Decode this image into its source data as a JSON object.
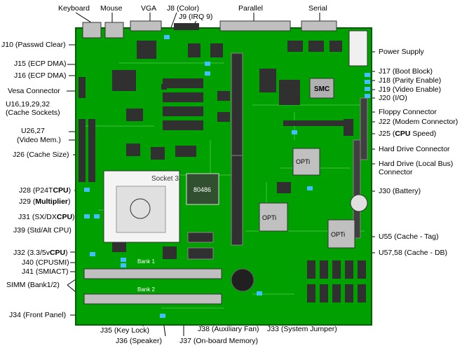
{
  "top_labels": [
    "Keyboard",
    "Mouse",
    "VGA",
    "J8 (Color)",
    "J9 (IRQ 9)",
    "Parallel",
    "Serial"
  ],
  "left_labels": [
    "J10 (Passwd Clear)",
    "J15 (ECP DMA)",
    "J16 (ECP DMA)",
    "Vesa Connector",
    "U16,19,29,32",
    "(Cache Sockets)",
    "U26,27",
    "(Video Mem.)",
    "J26 (Cache Size)",
    "J28 (P24T",
    "CPU",
    ")",
    "J29 (",
    "Multiplier",
    ")",
    "J31 (SX/DX",
    "CPU",
    ")",
    "J39 (Std/Alt CPU)",
    "J32 (3.3/5v",
    "CPU",
    ")",
    "J40 (CPUSMI)",
    "J41 (SMIACT)",
    "SIMM (Bank1/2)",
    "J34 (Front Panel)"
  ],
  "right_labels": [
    "Power Supply",
    "J17 (Boot Block)",
    "J18 (Parity Enable)",
    "J19 (Video Enable)",
    "J20 (I/O)",
    "Floppy Connector",
    "J22 (Modem Connector)",
    "J25 (",
    "CPU",
    " Speed)",
    "Hard Drive Connector",
    "Hard Drive (Local Bus)",
    "Connector",
    "J30 (Battery)",
    "U55 (Cache - Tag)",
    "U57,58 (Cache - DB)"
  ],
  "bottom_labels": [
    "J35 (Key Lock)",
    "J36 (Speaker)",
    "J37 (On-board Memory)",
    "J38 (Auxiliary Fan)",
    "J33 (System Jumper)"
  ],
  "board_text": {
    "socket": "Socket 3",
    "cpu_chip": "80486",
    "smc_chip": "SMC",
    "opti_1": "OPTi",
    "opti_2": "OPTi",
    "opti_3": "OPTi",
    "bank1": "Bank 1",
    "bank2": "Bank 2"
  },
  "colors": {
    "board": "#00a000",
    "board_dark": "#006000",
    "trace": "#40c040",
    "chip": "#303030",
    "silver": "#c0c0c0",
    "jumper": "#40c0ff",
    "leader": "#000000"
  }
}
